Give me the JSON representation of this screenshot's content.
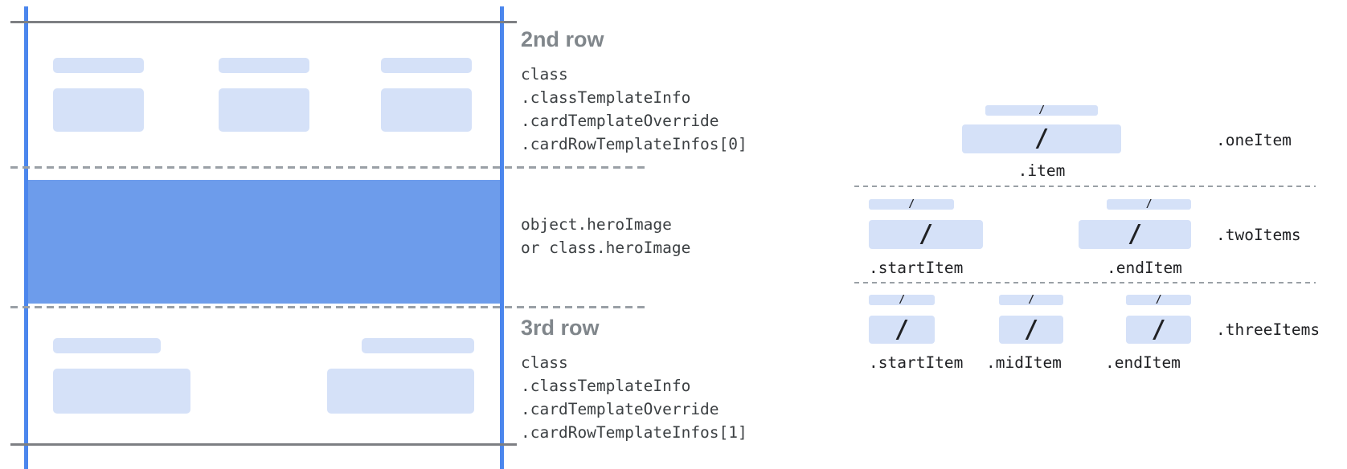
{
  "colors": {
    "card_edge_blue": "#4b86ed",
    "hero_blue": "#6d9ceb",
    "placeholder_blue": "#d5e1f8",
    "solid_line_gray": "#7d7f83",
    "dashed_line_gray": "#9aa0a6",
    "heading_gray": "#80868b",
    "mono_text_gray": "#3c4043",
    "slash_black": "#202124"
  },
  "annotations": {
    "second_row": {
      "title": "2nd row",
      "lines": [
        "class",
        ".classTemplateInfo",
        ".cardTemplateOverride",
        ".cardRowTemplateInfos[0]"
      ]
    },
    "hero": {
      "lines": [
        "object.heroImage",
        "or class.heroImage"
      ]
    },
    "third_row": {
      "title": "3rd row",
      "lines": [
        "class",
        ".classTemplateInfo",
        ".cardTemplateOverride",
        ".cardRowTemplateInfos[1]"
      ]
    }
  },
  "right_diagram": {
    "slash": "/",
    "rows": [
      {
        "label": ".oneItem",
        "captions": [
          ".item"
        ]
      },
      {
        "label": ".twoItems",
        "captions": [
          ".startItem",
          ".endItem"
        ]
      },
      {
        "label": ".threeItems",
        "captions": [
          ".startItem",
          ".midItem",
          ".endItem"
        ]
      }
    ]
  }
}
